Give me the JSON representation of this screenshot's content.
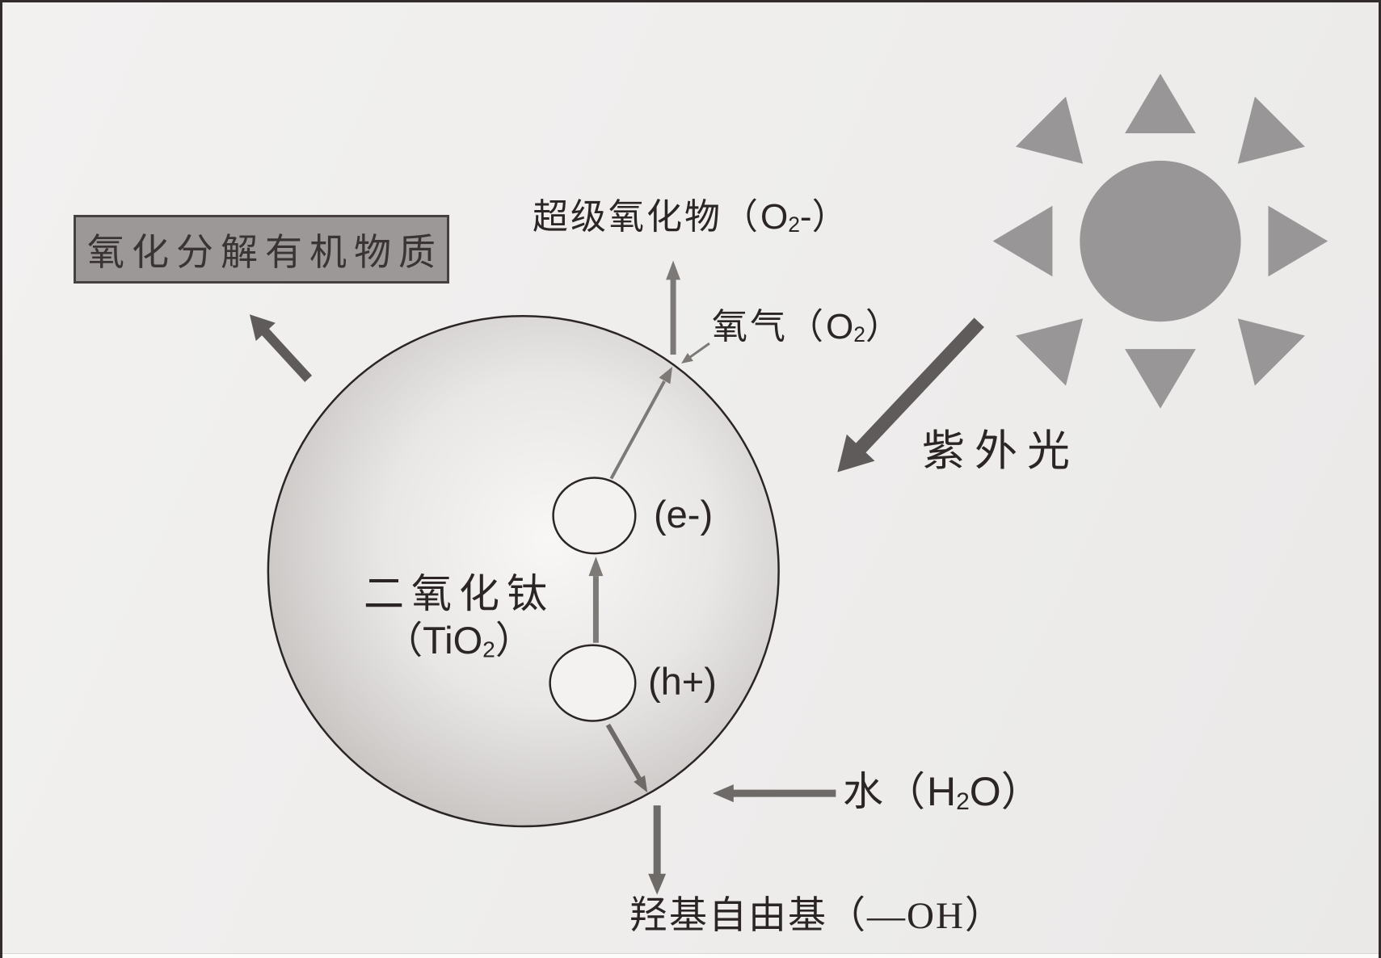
{
  "colors": {
    "background_top": "#f2f1f0",
    "background_bottom": "#eae9e8",
    "frame_border": "#332c2c",
    "box_fill": "#9b9897",
    "box_border": "#474040",
    "sun_gray": "#999697",
    "sphere_outline": "#2b2525",
    "sphere_light": "#f8f7f6",
    "sphere_dark": "#afacaa",
    "arrow_thin": "#7d7977",
    "arrow_medium": "#6e6a68",
    "arrow_thick": "#5f5b5a",
    "text": "#2b2525"
  },
  "icons": {
    "sun": "sun-icon"
  },
  "box": {
    "label": "氧化分解有机物质"
  },
  "sphere": {
    "name": "二氧化钛",
    "formula_open": "（",
    "formula": "TiO",
    "formula_sub": "2",
    "formula_close": "）",
    "electron": "(e-)",
    "hole": "(h+)"
  },
  "labels": {
    "superoxide": {
      "cn": "超级氧化物（",
      "symbol": "O",
      "sub": "2",
      "minus": "-",
      "close": "）"
    },
    "oxygen": {
      "cn": "氧气（",
      "symbol": "O",
      "sub": "2",
      "close": "）"
    },
    "uv": "紫外光",
    "water": {
      "cn": "水（",
      "h": "H",
      "sub": "2",
      "o": "O",
      "close": "）"
    },
    "hydroxyl": "羟基自由基（—OH）"
  }
}
